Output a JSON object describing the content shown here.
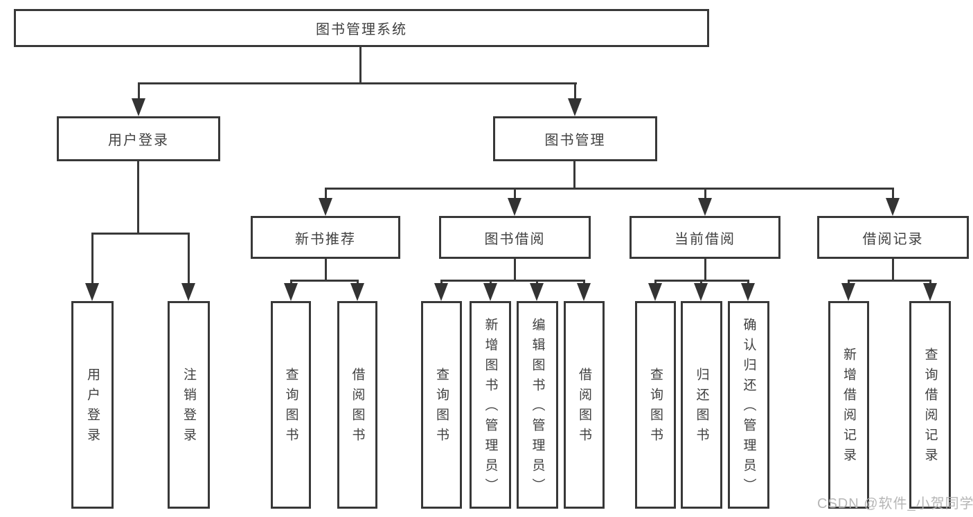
{
  "nodes": {
    "root": "图书管理系统",
    "level1": {
      "user_login": "用户登录",
      "book_mgmt": "图书管理"
    },
    "level2": {
      "new_books": "新书推荐",
      "book_borrow": "图书借阅",
      "current_borrow": "当前借阅",
      "borrow_records": "借阅记录"
    },
    "leaves": {
      "user_login": [
        "用户登录",
        "注销登录"
      ],
      "new_books": [
        "查询图书",
        "借阅图书"
      ],
      "book_borrow": [
        "查询图书",
        "新增图书（管理员）",
        "编辑图书（管理员）",
        "借阅图书"
      ],
      "current_borrow": [
        "查询图书",
        "归还图书",
        "确认归还（管理员）"
      ],
      "borrow_records": [
        "新增借阅记录",
        "查询借阅记录"
      ]
    }
  },
  "watermark": "CSDN @软件_小贺同学",
  "colors": {
    "line": "#383838",
    "text": "#404040",
    "watermark": "#b2b2b2",
    "background": "#ffffff"
  }
}
